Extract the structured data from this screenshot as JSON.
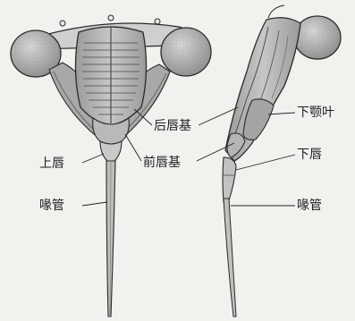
{
  "labels": {
    "postclypeus": "后唇基",
    "anteclypeus": "前唇基",
    "labrum": "上唇",
    "beak_left": "喙管",
    "maxillary_plate": "下颚叶",
    "labium": "下唇",
    "beak_right": "喙管"
  },
  "colors": {
    "ink": "#2a2a2a",
    "shade_dark": "#8c8c8c",
    "shade_mid": "#b3b3b3",
    "shade_light": "#d9d9d9",
    "paper": "#f3f1ed"
  }
}
